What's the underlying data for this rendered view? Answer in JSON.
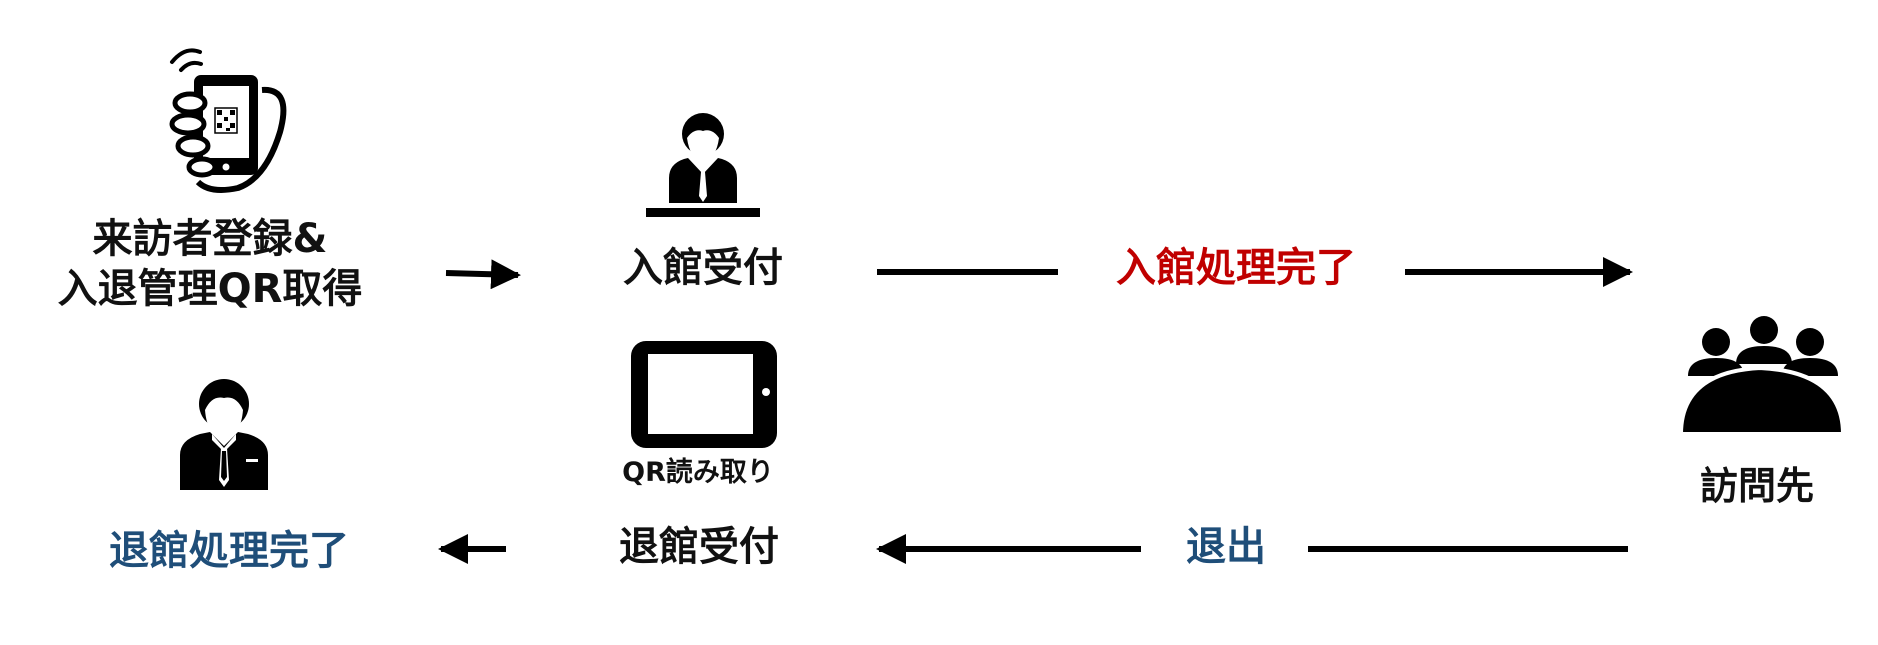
{
  "nodes": {
    "register": {
      "line1": "来訪者登録&",
      "line2": "入退管理QR取得"
    },
    "entry_reception": {
      "label": "入館受付"
    },
    "entry_complete": {
      "label": "入館処理完了"
    },
    "tablet_caption": {
      "label": "QR読み取り"
    },
    "destination": {
      "label": "訪問先"
    },
    "exit_complete": {
      "label": "退館処理完了"
    },
    "exit_reception": {
      "label": "退館受付"
    },
    "exit": {
      "label": "退出"
    }
  },
  "icons": {
    "phone": "smartphone-qr-icon",
    "receptionist": "receptionist-at-desk-icon",
    "tablet": "tablet-icon",
    "group": "meeting-group-icon",
    "visitor": "businessman-icon"
  },
  "colors": {
    "text": "#111111",
    "entry_complete": "#c00000",
    "exit": "#1f4e79",
    "arrow": "#000000"
  }
}
